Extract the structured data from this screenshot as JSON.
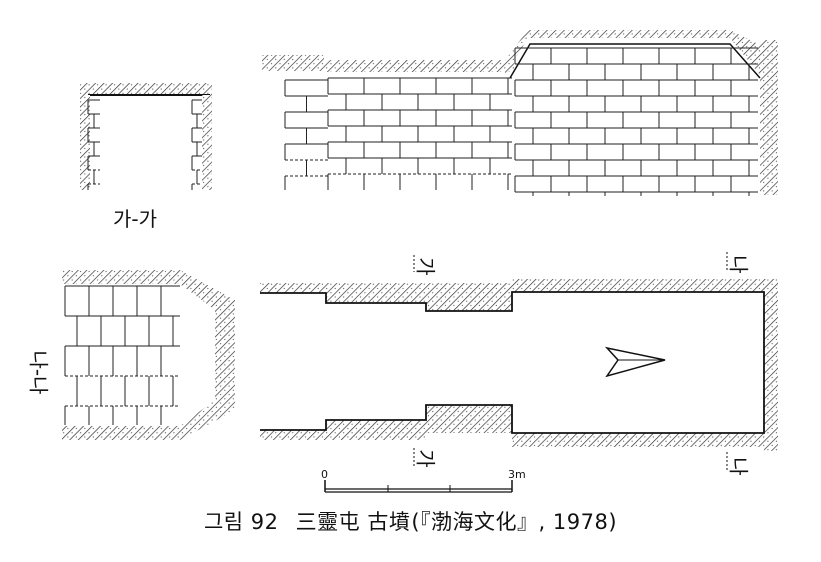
{
  "figure": {
    "section_a_label": "가-가",
    "section_b_label": "나-나",
    "plan_marker_a": "가",
    "plan_marker_b": "나",
    "scale": {
      "start": "0",
      "end": "3m"
    },
    "caption": {
      "number": "그림 92",
      "title": "三靈屯 古墳",
      "source": "(『渤海文化』, 1978)"
    }
  }
}
